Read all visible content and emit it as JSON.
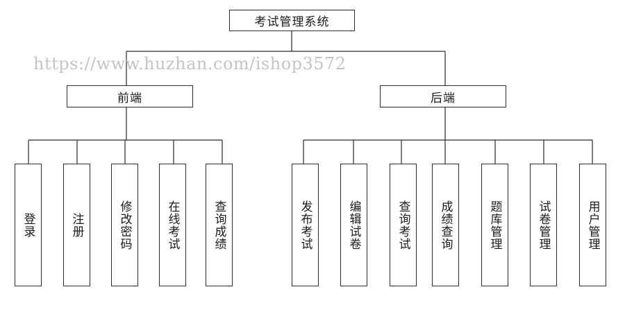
{
  "root": {
    "label": "考试管理系统"
  },
  "watermark": {
    "text": "https://www.huzhan.com/ishop3572"
  },
  "frontend": {
    "label": "前端",
    "items": [
      "登录",
      "注册",
      "修改密码",
      "在线考试",
      "查询成绩"
    ]
  },
  "backend": {
    "label": "后端",
    "items": [
      "发布考试",
      "编辑试卷",
      "查询考试",
      "成绩查询",
      "题库管理",
      "试卷管理",
      "用户管理"
    ]
  },
  "colors": {
    "line": "#2a2a2a",
    "border": "#2a2a2a",
    "watermark": "#c4c4c4"
  }
}
